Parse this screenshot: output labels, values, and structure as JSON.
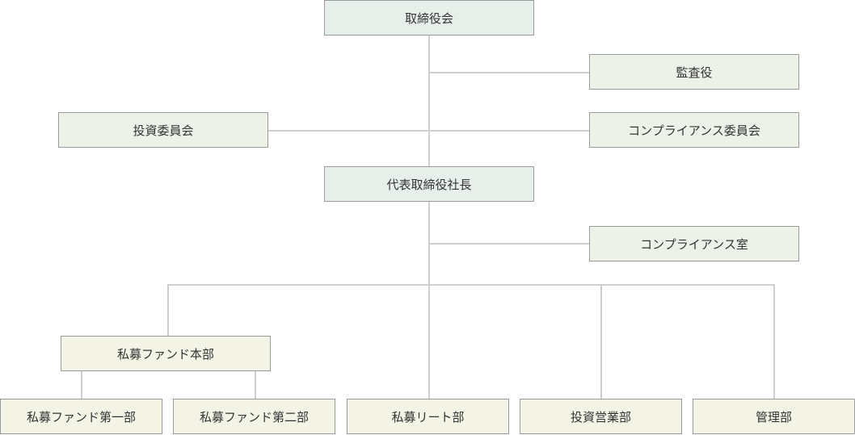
{
  "org_chart": {
    "board": "取締役会",
    "auditor": "監査役",
    "investment_committee": "投資委員会",
    "compliance_committee": "コンプライアンス委員会",
    "president": "代表取締役社長",
    "compliance_office": "コンプライアンス室",
    "private_fund_hq": "私募ファンド本部",
    "departments": {
      "private_fund_1": "私募ファンド第一部",
      "private_fund_2": "私募ファンド第二部",
      "private_reit": "私募リート部",
      "investment_sales": "投資営業部",
      "administration": "管理部"
    }
  },
  "colors": {
    "top_box_fill": "#e6efe9",
    "mid_box_fill": "#edf2e9",
    "low_box_fill": "#f3f3e6",
    "border": "#9a9a9a",
    "connector": "#cfcfcf",
    "text": "#333333"
  }
}
